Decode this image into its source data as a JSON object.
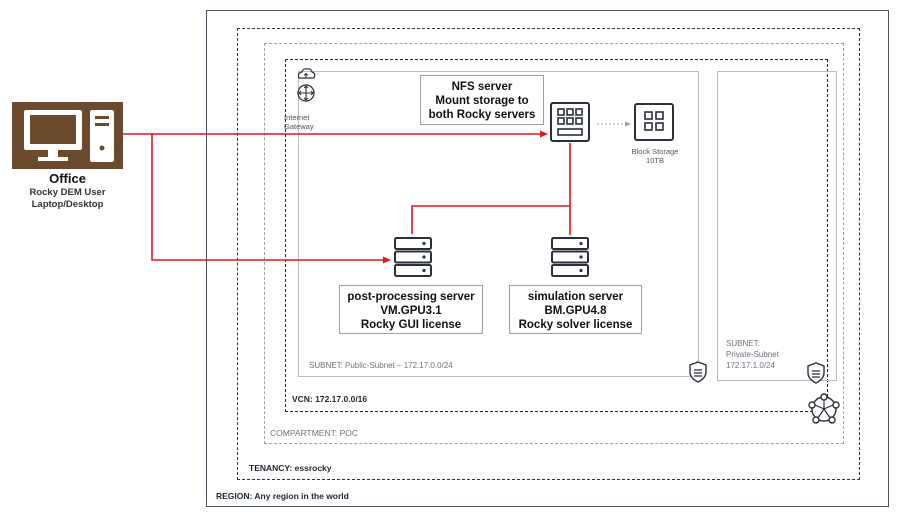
{
  "office": {
    "title": "Office",
    "user_line1": "Rocky DEM User",
    "user_line2": "Laptop/Desktop"
  },
  "internet_gateway": {
    "line1": "Internet",
    "line2": "Gateway"
  },
  "nfs_server": {
    "line1": "NFS server",
    "line2": "Mount storage to",
    "line3": "both Rocky servers"
  },
  "block_storage": {
    "line1": "Block Storage",
    "line2": "10TB"
  },
  "post_processing_server": {
    "line1": "post-processing server",
    "line2": "VM.GPU3.1",
    "line3": "Rocky GUI license"
  },
  "simulation_server": {
    "line1": "simulation server",
    "line2": "BM.GPU4.8",
    "line3": "Rocky solver license"
  },
  "public_subnet": {
    "label": "SUBNET: Public-Subnet – 172.17.0.0/24"
  },
  "private_subnet": {
    "line1": "SUBNET:",
    "line2": "Private-Subnet",
    "line3": "172.17.1.0/24"
  },
  "vcn": {
    "label": "VCN: 172.17.0.0/16"
  },
  "compartment": {
    "label": "COMPARTMENT: POC"
  },
  "tenancy": {
    "label": "TENANCY: essrocky"
  },
  "region": {
    "label": "REGION: Any region in the world"
  },
  "colors": {
    "connector_red": "#e0161c",
    "office_icon_brown": "#6b4a2e",
    "server_icon": "#2a2f3a"
  }
}
